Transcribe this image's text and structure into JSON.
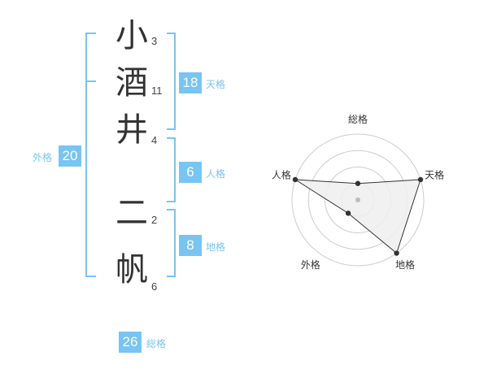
{
  "colors": {
    "accent": "#78c4f2",
    "bracket": "#78c4f2",
    "kanji_text": "#333333",
    "radar_fill": "#eeeeee",
    "radar_stroke": "#333333",
    "radar_grid": "#cccccc"
  },
  "name": {
    "characters": [
      {
        "char": "小",
        "strokes": "3"
      },
      {
        "char": "酒",
        "strokes": "11"
      },
      {
        "char": "井",
        "strokes": "4"
      },
      {
        "char": "二",
        "strokes": "2"
      },
      {
        "char": "帆",
        "strokes": "6"
      }
    ]
  },
  "fortune": {
    "tenkaku": {
      "value": "18",
      "label": "天格"
    },
    "jinkaku": {
      "value": "6",
      "label": "人格"
    },
    "chikaku": {
      "value": "8",
      "label": "地格"
    },
    "gaikaku": {
      "value": "20",
      "label": "外格"
    },
    "soukaku": {
      "value": "26",
      "label": "総格"
    }
  },
  "chart_data": {
    "type": "radar",
    "axes": [
      "総格",
      "天格",
      "地格",
      "外格",
      "人格"
    ],
    "rings": 4,
    "max": 4,
    "values": [
      1,
      4,
      4,
      1,
      4
    ]
  }
}
